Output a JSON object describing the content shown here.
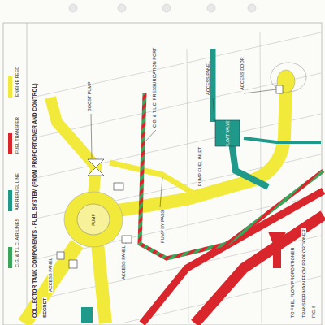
{
  "diagram": {
    "title": "COLLECTOR TANK COMPONENTS - FUEL SYSTEM (FROM PROPORTIONER AND CONTROL)",
    "nodes": [
      {
        "text": [
          "PUMP"
        ]
      },
      {
        "text": [
          "FLOAT VALVE"
        ]
      }
    ],
    "labels": [
      "SECRET",
      "TO FUEL FLOW PROPORTIONER",
      "TRANSFER MAIN FROM PROPORTIONER",
      "ACCESS DOOR",
      "ACCESS PANEL",
      "BOOST PUMP",
      "C.G. & T.L.C. PRESSURIZATION PORT",
      "PUMP BY PASS",
      "ACCESS PANEL",
      "PUMP FUEL INLET",
      "ACCESS PANEL",
      "FIG. 5"
    ],
    "legend": [
      {
        "text": "ENGINE FEED",
        "color": "#f2ea3a"
      },
      {
        "text": "FUEL TRANSFER",
        "color": "#d8262c"
      },
      {
        "text": "AIR REFUEL LINE",
        "color": "#1f9a8a"
      },
      {
        "text": "C.G. & T.L.C. AIR LINES",
        "color": "#3aa55a"
      }
    ]
  }
}
